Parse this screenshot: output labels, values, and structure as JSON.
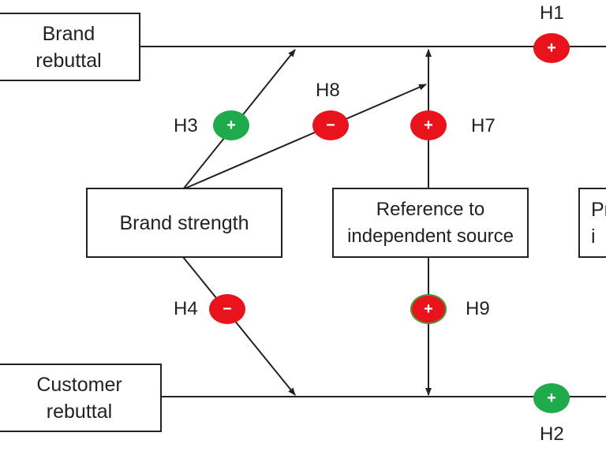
{
  "boxes": {
    "brand_rebuttal": "Brand\nrebuttal",
    "customer_rebuttal": "Customer\nrebuttal",
    "brand_strength": "Brand strength",
    "reference_source": "Reference to\nindependent source",
    "partial_right": "Pr\ni"
  },
  "hypotheses": {
    "h1": {
      "label": "H1",
      "sign": "+"
    },
    "h2": {
      "label": "H2",
      "sign": "+"
    },
    "h3": {
      "label": "H3",
      "sign": "+"
    },
    "h4": {
      "label": "H4",
      "sign": "−"
    },
    "h7": {
      "label": "H7",
      "sign": "+"
    },
    "h8": {
      "label": "H8",
      "sign": "−"
    },
    "h9": {
      "label": "H9",
      "sign": "+"
    }
  },
  "colors": {
    "positive_red": "#e8131b",
    "negative_red": "#e8131b",
    "positive_green": "#1faa4b",
    "line": "#222222"
  }
}
